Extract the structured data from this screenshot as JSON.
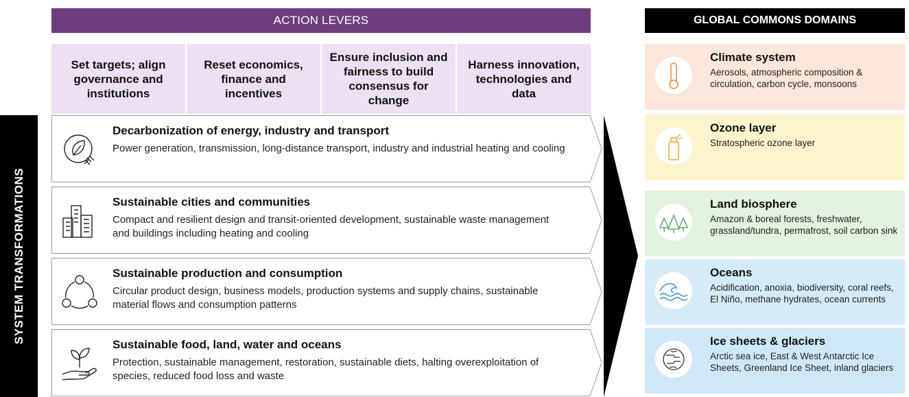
{
  "action_levers": {
    "header": "ACTION LEVERS",
    "items": [
      "Set targets; align governance and institutions",
      "Reset economics, finance and incentives",
      "Ensure inclusion and fairness to build consensus for change",
      "Harness innovation, technologies and data"
    ]
  },
  "system_transformations": {
    "label": "SYSTEM TRANSFORMATIONS",
    "items": [
      {
        "title": "Decarbonization of energy, industry and transport",
        "description": "Power generation, transmission, long-distance transport, industry and industrial heating and cooling",
        "icon": "leaf-plug-icon"
      },
      {
        "title": "Sustainable cities and communities",
        "description": "Compact and resilient design and transit-oriented development, sustainable waste management and buildings including heating and cooling",
        "icon": "buildings-icon"
      },
      {
        "title": "Sustainable production and consumption",
        "description": "Circular product design, business models, production systems and supply chains, sustainable material flows and consumption patterns",
        "icon": "circular-nodes-icon"
      },
      {
        "title": "Sustainable food, land, water and oceans",
        "description": "Protection, sustainable management, restoration, sustainable diets, halting overexploitation of species, reduced food loss and waste",
        "icon": "hand-sprout-icon"
      }
    ]
  },
  "global_commons_domains": {
    "header": "GLOBAL COMMONS DOMAINS",
    "items": [
      {
        "title": "Climate system",
        "description": "Aerosols, atmospheric composition & circulation, carbon cycle, monsoons",
        "color": "#fce6d9",
        "icon": "thermometer-icon"
      },
      {
        "title": "Ozone layer",
        "description": "Stratospheric ozone layer",
        "color": "#fdf3cd",
        "icon": "spray-can-icon"
      },
      {
        "title": "Land biosphere",
        "description": "Amazon & boreal forests, freshwater, grassland/tundra, permafrost, soil carbon sink",
        "color": "#e3f1df",
        "icon": "trees-icon"
      },
      {
        "title": "Oceans",
        "description": "Acidification, anoxia, biodiversity, coral reefs, El Niño, methane hydrates, ocean currents",
        "color": "#d5ecf8",
        "icon": "waves-icon"
      },
      {
        "title": "Ice sheets & glaciers",
        "description": "Arctic sea ice, East & West Antarctic Ice Sheets, Greenland Ice Sheet, inland glaciers",
        "color": "#cfe8f8",
        "icon": "globe-icon"
      }
    ]
  },
  "colors": {
    "levers_header": "#6f3d7e",
    "lever_cell": "#ede0f4",
    "domains_header": "#000000"
  }
}
